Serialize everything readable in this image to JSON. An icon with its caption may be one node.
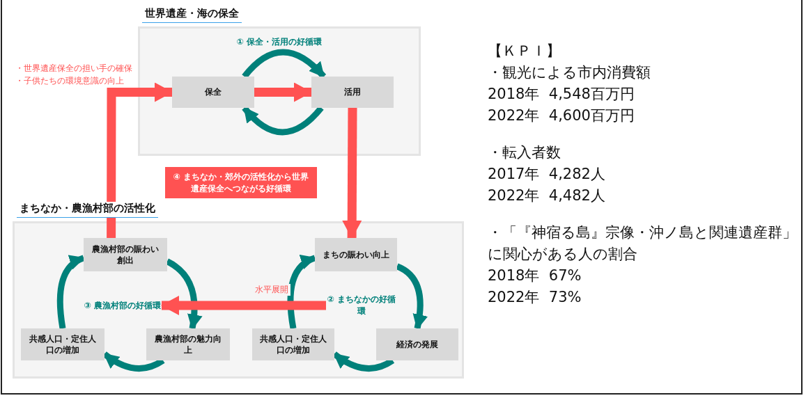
{
  "diagram": {
    "nodes": [
      {
        "text": [
          "世界遺産・海の保全",
          "① 保全・活用の好循環"
        ]
      },
      {
        "text": [
          "保全"
        ],
        "in": 0
      },
      {
        "text": [
          "活用"
        ],
        "in": 0
      },
      {
        "text": [
          "まちなか・農漁村部の活性化"
        ]
      },
      {
        "text": [
          "まちの賑わい向上"
        ],
        "in": 3
      },
      {
        "text": [
          "経済の発展"
        ],
        "in": 3
      },
      {
        "text": [
          "共感人口・定住人口の増加"
        ],
        "in": 3
      },
      {
        "text": [
          "農漁村部の賑わい創出"
        ],
        "in": 3
      },
      {
        "text": [
          "農漁村部の魅力向上"
        ],
        "in": 3
      },
      {
        "text": [
          "共感人口・定住人口の増加"
        ],
        "in": 3
      },
      {
        "text": [
          "④ まちなか・郊外の活性化から世界遺産保全へつながる好循環"
        ]
      },
      {
        "text": [
          "③ 農漁村部の好循環"
        ],
        "in": 3
      },
      {
        "text": [
          "② まちなかの好循環"
        ],
        "in": 3
      }
    ],
    "edges": [
      {
        "from": 1,
        "to": 2,
        "arrow": "to",
        "color": "#ff5252"
      },
      {
        "from": 1,
        "to": 2,
        "arrow": "to"
      },
      {
        "from": 2,
        "to": 1,
        "arrow": "to"
      },
      {
        "from": 2,
        "to": 4,
        "arrow": "to",
        "color": "#ff5252"
      },
      {
        "from": 7,
        "to": 1,
        "arrow": "to",
        "color": "#ff5252"
      },
      {
        "from": 4,
        "to": 5,
        "arrow": "to"
      },
      {
        "from": 5,
        "to": 6,
        "arrow": "to"
      },
      {
        "from": 6,
        "to": 4,
        "arrow": "to"
      },
      {
        "from": 7,
        "to": 8,
        "arrow": "to"
      },
      {
        "from": 8,
        "to": 9,
        "arrow": "to"
      },
      {
        "from": 9,
        "to": 7,
        "arrow": "to"
      },
      {
        "from": 12,
        "to": 11,
        "arrow": "to",
        "label": "水平展開",
        "color": "#ff5252"
      }
    ],
    "labels": [
      "・世界遺産保全の担い手の確保",
      "・子供たちの環境意識の向上",
      "【ＫＰＩ】",
      "・観光による市内消費額",
      "2018年  4,548百万円",
      "2022年  4,600百万円",
      "・転入者数",
      "2017年  4,282人",
      "2022年  4,482人",
      "・「『神宿る島』宗像・沖ノ島と関連遺産群」に関心がある人の割合",
      "2018年  67%",
      "2022年  73%"
    ]
  }
}
